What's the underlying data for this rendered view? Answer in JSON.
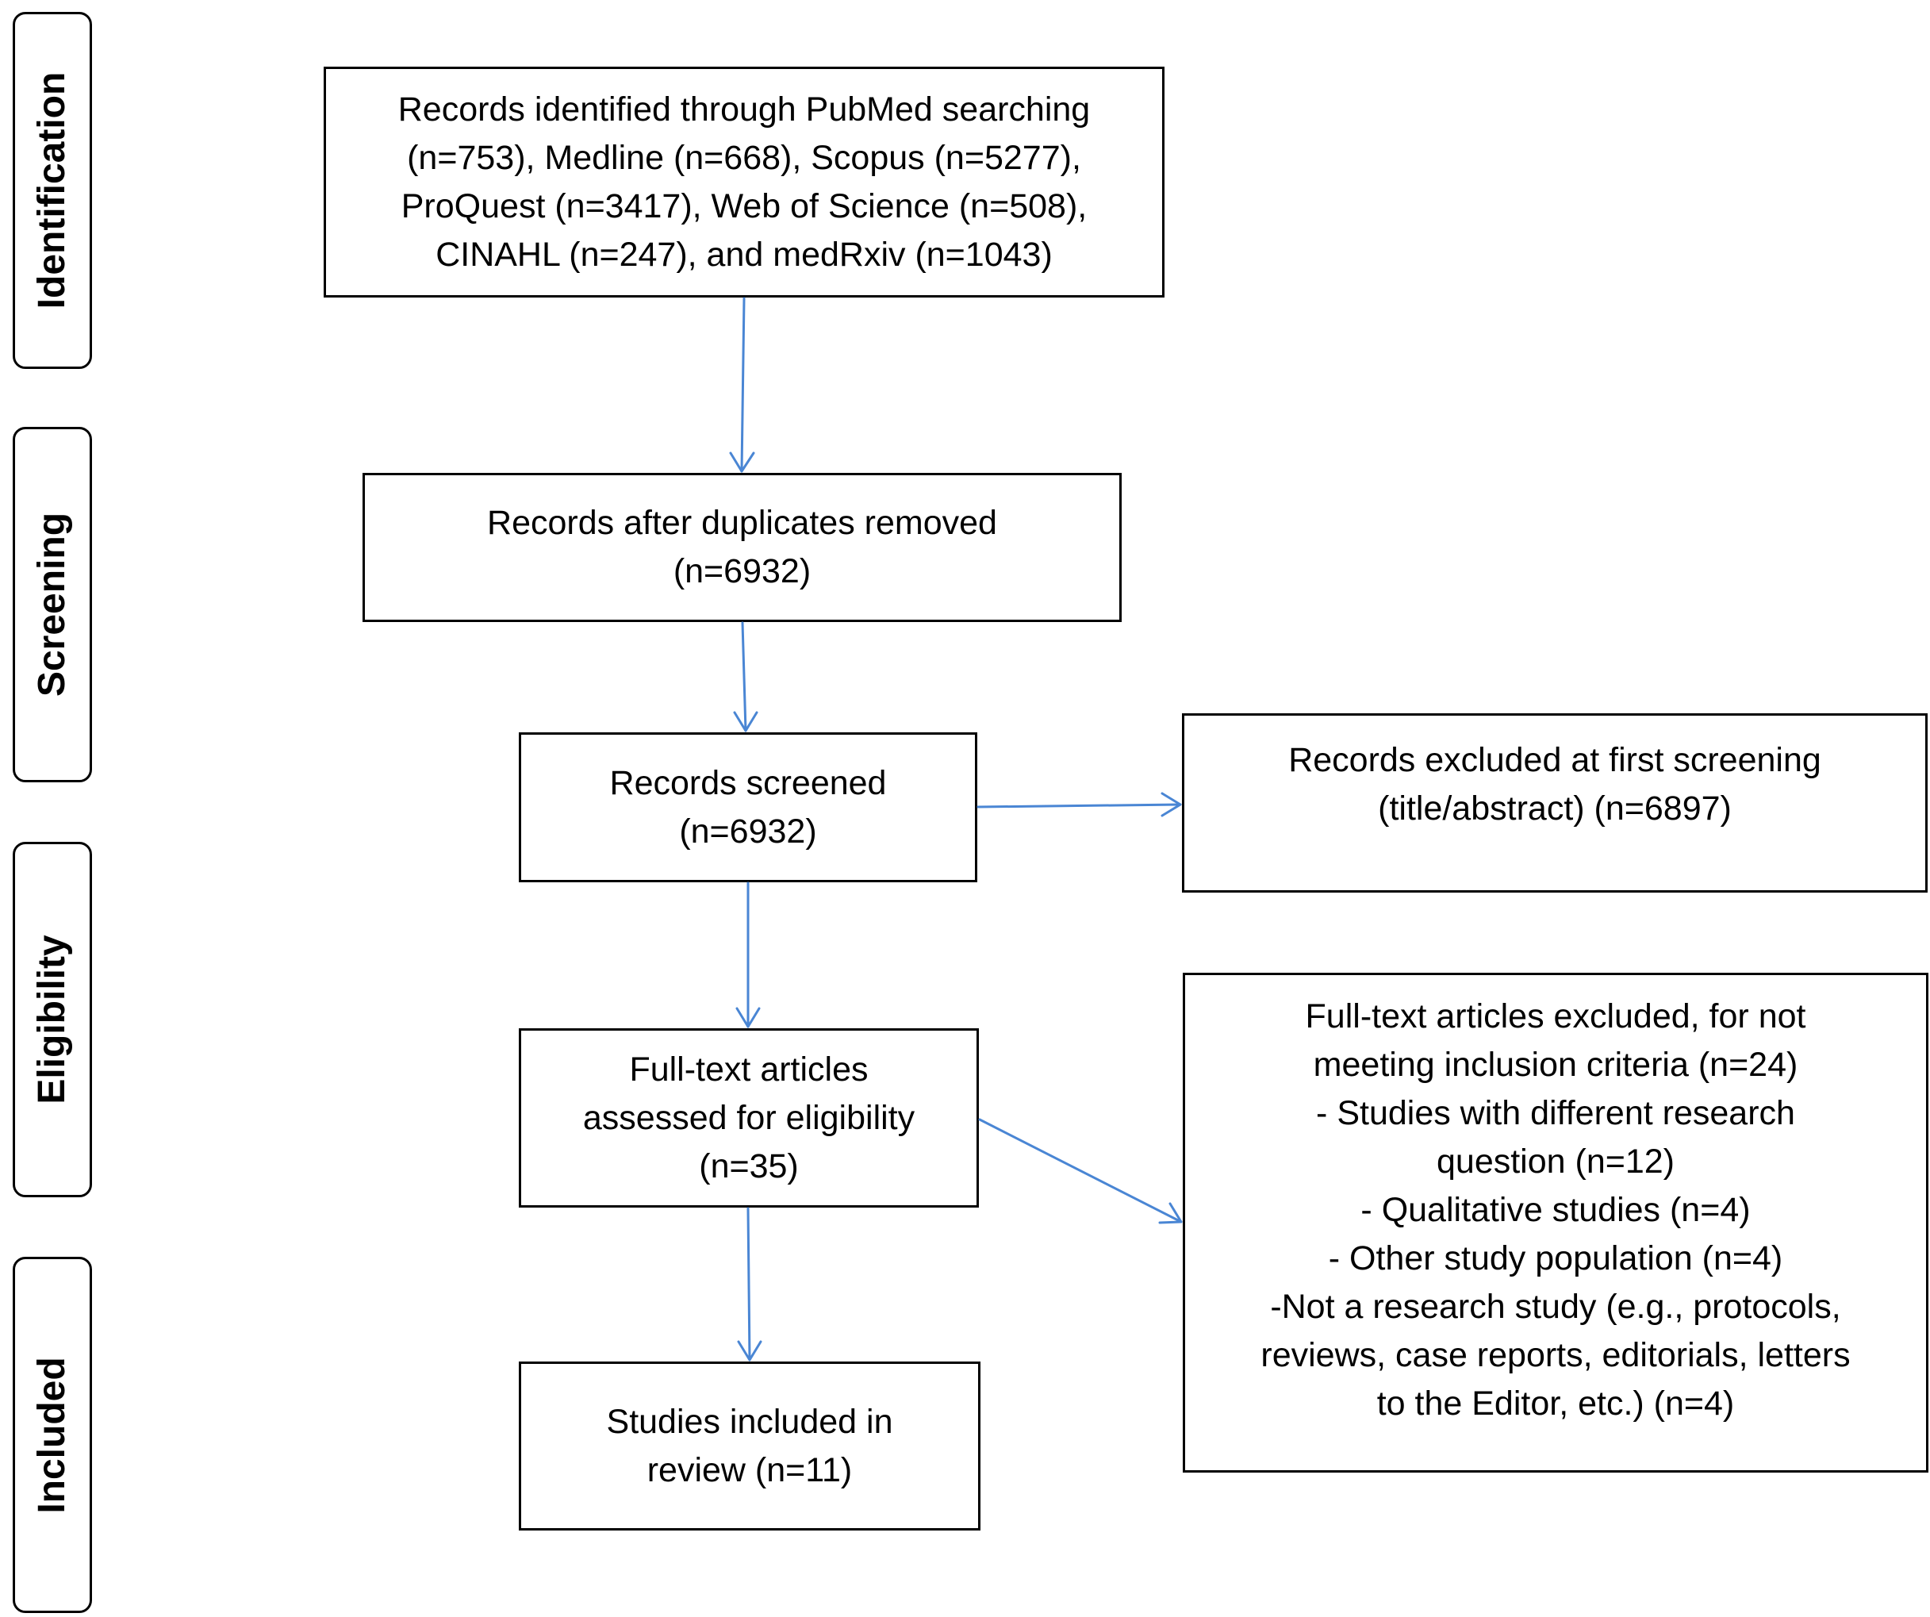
{
  "stages": {
    "identification": "Identification",
    "screening": "Screening",
    "eligibility": "Eligibility",
    "included": "Included"
  },
  "boxes": {
    "identified": {
      "lines": [
        "Records identified through PubMed searching",
        "(n=753), Medline (n=668), Scopus (n=5277),",
        "ProQuest (n=3417), Web of Science (n=508),",
        "CINAHL (n=247), and medRxiv (n=1043)"
      ]
    },
    "duplicates_removed": {
      "lines": [
        "Records after duplicates removed",
        "(n=6932)"
      ]
    },
    "screened": {
      "lines": [
        "Records screened",
        "(n=6932)"
      ]
    },
    "excluded_first": {
      "lines": [
        "Records excluded at first screening",
        "(title/abstract) (n=6897)"
      ]
    },
    "full_text_assessed": {
      "lines": [
        "Full-text articles",
        "assessed for eligibility",
        "(n=35)"
      ]
    },
    "full_text_excluded": {
      "lines": [
        "Full-text articles excluded, for not",
        "meeting inclusion criteria (n=24)",
        "- Studies with different research",
        "question (n=12)",
        "- Qualitative studies (n=4)",
        "- Other study population (n=4)",
        "-Not a research study (e.g., protocols,",
        "reviews, case reports, editorials, letters",
        "to the Editor, etc.) (n=4)"
      ]
    },
    "included": {
      "lines": [
        "Studies included in",
        "review (n=11)"
      ]
    }
  },
  "colors": {
    "arrow": "#4a86d4",
    "border": "#000000"
  }
}
